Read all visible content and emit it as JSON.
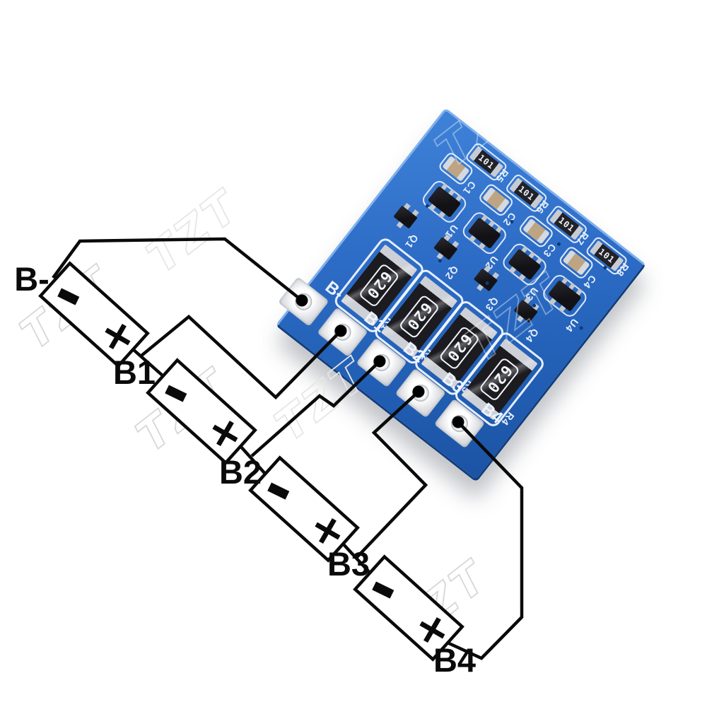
{
  "watermark": {
    "text": "TZT"
  },
  "diagram": {
    "labels": {
      "bminus": "B-",
      "b1": "B1",
      "b2": "B2",
      "b3": "B3",
      "b4": "B4"
    },
    "minus": "-",
    "plus": "+"
  },
  "board": {
    "pads": [
      "B-",
      "B1",
      "B2",
      "B3",
      "B4"
    ],
    "r_big": [
      "R1",
      "R2",
      "R3",
      "R4"
    ],
    "r_big_marking": "620",
    "r_small": [
      "R5",
      "R6",
      "R7",
      "R8"
    ],
    "r_small_marking": "101",
    "caps": [
      "C1",
      "C2",
      "C3",
      "C4"
    ],
    "ics": [
      "U1",
      "U2",
      "U3",
      "U4"
    ],
    "transistors": [
      "Q1",
      "Q2",
      "Q3",
      "Q4"
    ]
  }
}
